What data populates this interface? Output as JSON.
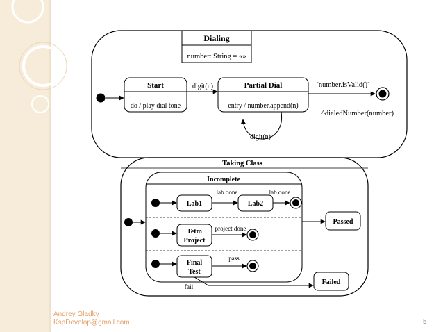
{
  "colors": {
    "accent": "#e3a06a",
    "band": "#f7ecd9"
  },
  "dialing": {
    "title": "Dialing",
    "attribute": "number: String = «»",
    "start": {
      "name": "Start",
      "action": "do / play dial tone"
    },
    "partial": {
      "name": "Partial Dial",
      "action": "entry / number.append(n)"
    },
    "t_digit": "digit(n)",
    "t_self": "digit(n)",
    "t_guard": "[number.isValid()]",
    "t_send": "^dialedNumber(number)"
  },
  "taking": {
    "title": "Taking Class",
    "incomplete": "Incomplete",
    "lab1": "Lab1",
    "lab2": "Lab2",
    "lab_done_1": "lab done",
    "lab_done_2": "lab done",
    "term_1": "Tetm",
    "term_2": "Project",
    "project_done": "project done",
    "final_1": "Final",
    "final_2": "Test",
    "pass": "pass",
    "passed": "Passed",
    "failed": "Failed",
    "fail": "fail"
  },
  "footer": {
    "author": "Andrey Gladky",
    "email": "KspDevelop@gmail.com",
    "page": "5"
  }
}
